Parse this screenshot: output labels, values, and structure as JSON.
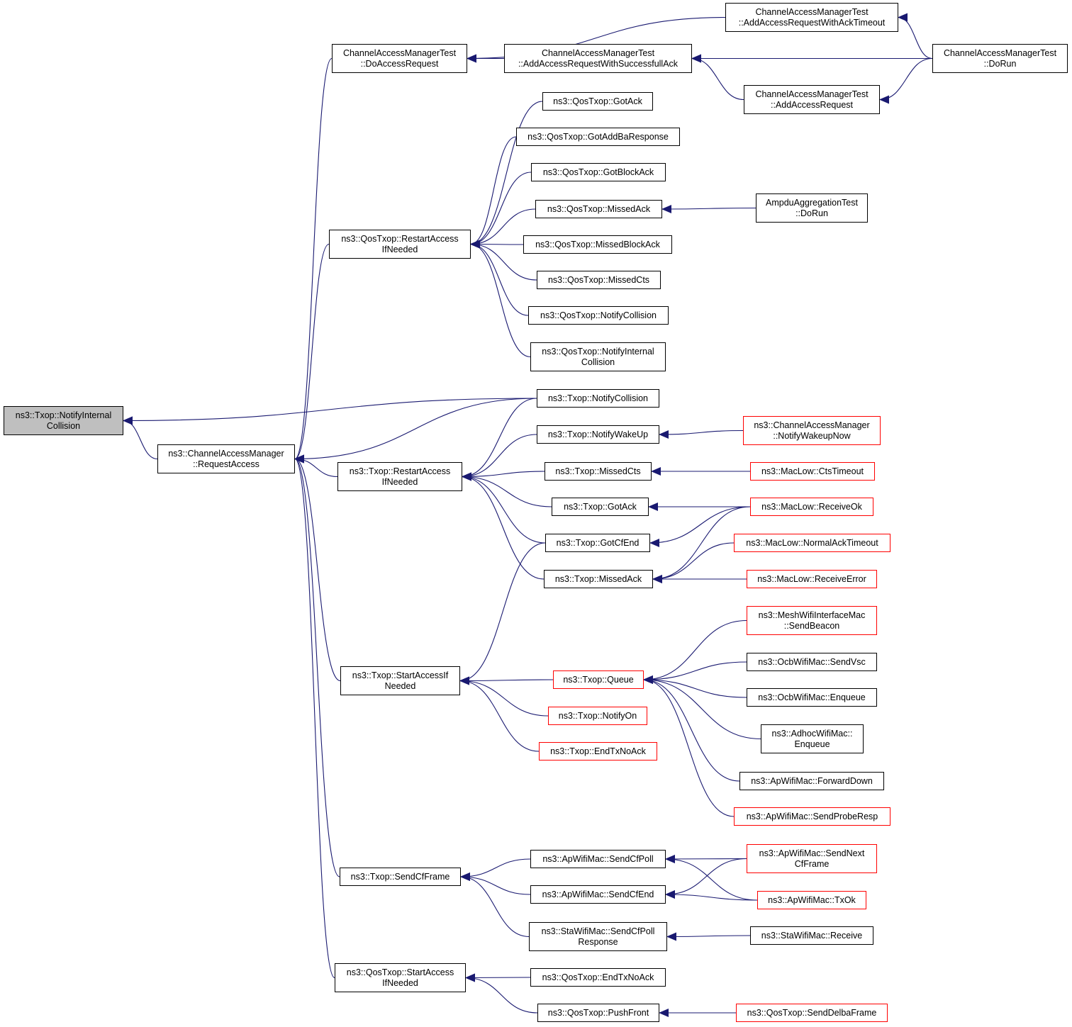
{
  "colors": {
    "edge": "#191970",
    "border": "#000000",
    "incomplete_border": "#ff0000",
    "focus_fill": "#bfbfbf"
  },
  "nodes": [
    {
      "id": "n_focus",
      "l1": "ns3::Txop::NotifyInternal",
      "l2": "Collision",
      "style": "focus"
    },
    {
      "id": "n_cam",
      "l1": "ns3::ChannelAccessManager",
      "l2": "::RequestAccess"
    },
    {
      "id": "n_cam_dar",
      "l1": "ChannelAccessManagerTest",
      "l2": "::DoAccessRequest"
    },
    {
      "id": "n_cam_aart",
      "l1": "ChannelAccessManagerTest",
      "l2": "::AddAccessRequestWithAckTimeout"
    },
    {
      "id": "n_cam_aars",
      "l1": "ChannelAccessManagerTest",
      "l2": "::AddAccessRequestWithSuccessfullAck"
    },
    {
      "id": "n_cam_dorun",
      "l1": "ChannelAccessManagerTest",
      "l2": "::DoRun"
    },
    {
      "id": "n_cam_aar",
      "l1": "ChannelAccessManagerTest",
      "l2": "::AddAccessRequest"
    },
    {
      "id": "n_q_gotack",
      "l1": "ns3::QosTxop::GotAck",
      "l2": ""
    },
    {
      "id": "n_q_gotaddba",
      "l1": "ns3::QosTxop::GotAddBaResponse",
      "l2": ""
    },
    {
      "id": "n_q_gotblock",
      "l1": "ns3::QosTxop::GotBlockAck",
      "l2": ""
    },
    {
      "id": "n_q_missedack",
      "l1": "ns3::QosTxop::MissedAck",
      "l2": ""
    },
    {
      "id": "n_ampdu",
      "l1": "AmpduAggregationTest",
      "l2": "::DoRun"
    },
    {
      "id": "n_q_restart",
      "l1": "ns3::QosTxop::RestartAccess",
      "l2": "IfNeeded"
    },
    {
      "id": "n_q_missedblock",
      "l1": "ns3::QosTxop::MissedBlockAck",
      "l2": ""
    },
    {
      "id": "n_q_missedcts",
      "l1": "ns3::QosTxop::MissedCts",
      "l2": ""
    },
    {
      "id": "n_q_notifycoll",
      "l1": "ns3::QosTxop::NotifyCollision",
      "l2": ""
    },
    {
      "id": "n_q_notifyint",
      "l1": "ns3::QosTxop::NotifyInternal",
      "l2": "Collision"
    },
    {
      "id": "n_t_notifycoll",
      "l1": "ns3::Txop::NotifyCollision",
      "l2": ""
    },
    {
      "id": "n_t_wakeup",
      "l1": "ns3::Txop::NotifyWakeUp",
      "l2": ""
    },
    {
      "id": "n_cam_wakenow",
      "l1": "ns3::ChannelAccessManager",
      "l2": "::NotifyWakeupNow",
      "style": "red"
    },
    {
      "id": "n_t_restart",
      "l1": "ns3::Txop::RestartAccess",
      "l2": "IfNeeded"
    },
    {
      "id": "n_t_missedcts",
      "l1": "ns3::Txop::MissedCts",
      "l2": ""
    },
    {
      "id": "n_ml_ctstimeout",
      "l1": "ns3::MacLow::CtsTimeout",
      "l2": "",
      "style": "red"
    },
    {
      "id": "n_t_gotack",
      "l1": "ns3::Txop::GotAck",
      "l2": ""
    },
    {
      "id": "n_ml_receiveok",
      "l1": "ns3::MacLow::ReceiveOk",
      "l2": "",
      "style": "red"
    },
    {
      "id": "n_t_gotcfend",
      "l1": "ns3::Txop::GotCfEnd",
      "l2": ""
    },
    {
      "id": "n_ml_normalack",
      "l1": "ns3::MacLow::NormalAckTimeout",
      "l2": "",
      "style": "red"
    },
    {
      "id": "n_t_missedack",
      "l1": "ns3::Txop::MissedAck",
      "l2": ""
    },
    {
      "id": "n_ml_receiveerr",
      "l1": "ns3::MacLow::ReceiveError",
      "l2": "",
      "style": "red"
    },
    {
      "id": "n_mesh_beacon",
      "l1": "ns3::MeshWifiInterfaceMac",
      "l2": "::SendBeacon",
      "style": "red"
    },
    {
      "id": "n_t_startaccess",
      "l1": "ns3::Txop::StartAccessIf",
      "l2": "Needed"
    },
    {
      "id": "n_t_queue",
      "l1": "ns3::Txop::Queue",
      "l2": "",
      "style": "red"
    },
    {
      "id": "n_ocb_sendvsc",
      "l1": "ns3::OcbWifiMac::SendVsc",
      "l2": ""
    },
    {
      "id": "n_ocb_enqueue",
      "l1": "ns3::OcbWifiMac::Enqueue",
      "l2": ""
    },
    {
      "id": "n_t_notifyon",
      "l1": "ns3::Txop::NotifyOn",
      "l2": "",
      "style": "red"
    },
    {
      "id": "n_adhoc_enqueue",
      "l1": "ns3::AdhocWifiMac::",
      "l2": "Enqueue"
    },
    {
      "id": "n_t_endtxnoack",
      "l1": "ns3::Txop::EndTxNoAck",
      "l2": "",
      "style": "red"
    },
    {
      "id": "n_ap_fwddown",
      "l1": "ns3::ApWifiMac::ForwardDown",
      "l2": ""
    },
    {
      "id": "n_ap_probe",
      "l1": "ns3::ApWifiMac::SendProbeResp",
      "l2": "",
      "style": "red"
    },
    {
      "id": "n_ap_sendcfpoll",
      "l1": "ns3::ApWifiMac::SendCfPoll",
      "l2": ""
    },
    {
      "id": "n_ap_sendnextcf",
      "l1": "ns3::ApWifiMac::SendNext",
      "l2": "CfFrame",
      "style": "red"
    },
    {
      "id": "n_t_sendcfframe",
      "l1": "ns3::Txop::SendCfFrame",
      "l2": ""
    },
    {
      "id": "n_ap_sendcfend",
      "l1": "ns3::ApWifiMac::SendCfEnd",
      "l2": ""
    },
    {
      "id": "n_ap_txok",
      "l1": "ns3::ApWifiMac::TxOk",
      "l2": "",
      "style": "red"
    },
    {
      "id": "n_sta_cfpollresp",
      "l1": "ns3::StaWifiMac::SendCfPoll",
      "l2": "Response"
    },
    {
      "id": "n_sta_receive",
      "l1": "ns3::StaWifiMac::Receive",
      "l2": ""
    },
    {
      "id": "n_q_startaccess",
      "l1": "ns3::QosTxop::StartAccess",
      "l2": "IfNeeded"
    },
    {
      "id": "n_q_endtxnoack",
      "l1": "ns3::QosTxop::EndTxNoAck",
      "l2": ""
    },
    {
      "id": "n_q_pushfront",
      "l1": "ns3::QosTxop::PushFront",
      "l2": ""
    },
    {
      "id": "n_q_delba",
      "l1": "ns3::QosTxop::SendDelbaFrame",
      "l2": "",
      "style": "red"
    }
  ],
  "edges": [
    [
      "n_cam",
      "n_focus"
    ],
    [
      "n_t_notifycoll",
      "n_focus"
    ],
    [
      "n_cam_dar",
      "n_cam"
    ],
    [
      "n_q_restart",
      "n_cam"
    ],
    [
      "n_t_notifycoll",
      "n_cam"
    ],
    [
      "n_t_restart",
      "n_cam"
    ],
    [
      "n_t_startaccess",
      "n_cam"
    ],
    [
      "n_t_sendcfframe",
      "n_cam"
    ],
    [
      "n_q_startaccess",
      "n_cam"
    ],
    [
      "n_cam_aart",
      "n_cam_dar"
    ],
    [
      "n_cam_aars",
      "n_cam_dar"
    ],
    [
      "n_cam_dorun",
      "n_cam_aart"
    ],
    [
      "n_cam_dorun",
      "n_cam_aars"
    ],
    [
      "n_cam_dorun",
      "n_cam_aar"
    ],
    [
      "n_cam_aar",
      "n_cam_aars"
    ],
    [
      "n_q_gotack",
      "n_q_restart"
    ],
    [
      "n_q_gotaddba",
      "n_q_restart"
    ],
    [
      "n_q_gotblock",
      "n_q_restart"
    ],
    [
      "n_q_missedack",
      "n_q_restart"
    ],
    [
      "n_q_missedblock",
      "n_q_restart"
    ],
    [
      "n_q_missedcts",
      "n_q_restart"
    ],
    [
      "n_q_notifycoll",
      "n_q_restart"
    ],
    [
      "n_q_notifyint",
      "n_q_restart"
    ],
    [
      "n_ampdu",
      "n_q_missedack"
    ],
    [
      "n_t_notifycoll",
      "n_t_restart"
    ],
    [
      "n_t_wakeup",
      "n_t_restart"
    ],
    [
      "n_t_missedcts",
      "n_t_restart"
    ],
    [
      "n_t_gotack",
      "n_t_restart"
    ],
    [
      "n_t_gotcfend",
      "n_t_restart"
    ],
    [
      "n_t_missedack",
      "n_t_restart"
    ],
    [
      "n_cam_wakenow",
      "n_t_wakeup"
    ],
    [
      "n_ml_ctstimeout",
      "n_t_missedcts"
    ],
    [
      "n_ml_receiveok",
      "n_t_gotack"
    ],
    [
      "n_ml_receiveok",
      "n_t_gotcfend"
    ],
    [
      "n_ml_receiveok",
      "n_t_missedack"
    ],
    [
      "n_ml_normalack",
      "n_t_missedack"
    ],
    [
      "n_ml_receiveerr",
      "n_t_missedack"
    ],
    [
      "n_t_gotcfend",
      "n_t_startaccess"
    ],
    [
      "n_t_queue",
      "n_t_startaccess"
    ],
    [
      "n_t_notifyon",
      "n_t_startaccess"
    ],
    [
      "n_t_endtxnoack",
      "n_t_startaccess"
    ],
    [
      "n_mesh_beacon",
      "n_t_queue"
    ],
    [
      "n_ocb_sendvsc",
      "n_t_queue"
    ],
    [
      "n_ocb_enqueue",
      "n_t_queue"
    ],
    [
      "n_adhoc_enqueue",
      "n_t_queue"
    ],
    [
      "n_ap_fwddown",
      "n_t_queue"
    ],
    [
      "n_ap_probe",
      "n_t_queue"
    ],
    [
      "n_ap_sendcfpoll",
      "n_t_sendcfframe"
    ],
    [
      "n_ap_sendcfend",
      "n_t_sendcfframe"
    ],
    [
      "n_sta_cfpollresp",
      "n_t_sendcfframe"
    ],
    [
      "n_ap_sendnextcf",
      "n_ap_sendcfend"
    ],
    [
      "n_ap_sendnextcf",
      "n_ap_sendcfpoll"
    ],
    [
      "n_ap_txok",
      "n_ap_sendcfpoll"
    ],
    [
      "n_ap_txok",
      "n_ap_sendcfend"
    ],
    [
      "n_sta_receive",
      "n_sta_cfpollresp"
    ],
    [
      "n_q_endtxnoack",
      "n_q_startaccess"
    ],
    [
      "n_q_pushfront",
      "n_q_startaccess"
    ],
    [
      "n_q_delba",
      "n_q_pushfront"
    ]
  ]
}
